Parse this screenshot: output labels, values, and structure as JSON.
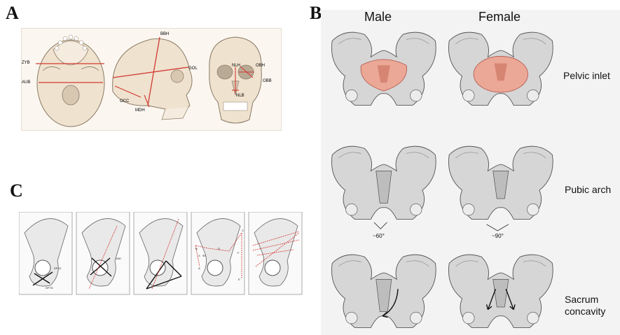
{
  "panels": {
    "a": {
      "letter": "A",
      "measurements": [
        "ZYB",
        "AUB",
        "BBH",
        "GOL",
        "OCC",
        "MDH",
        "NLH",
        "OBH",
        "NLB",
        "OBB"
      ]
    },
    "b": {
      "letter": "B",
      "columns": [
        "Male",
        "Female"
      ],
      "rows": [
        "Pelvic inlet",
        "Pubic arch",
        "Sacrum\nconcavity"
      ],
      "angles": [
        "~60°",
        "~90°"
      ]
    },
    "c": {
      "letter": "C",
      "labels": [
        "DFLD",
        "DFTD",
        "VAD",
        "D",
        "F",
        "E",
        "C",
        "B",
        "A",
        "X",
        "90"
      ]
    }
  },
  "colors": {
    "accent_red": "#d23a32",
    "inlet_fill": "#f0a08c",
    "bone": "#cfcfcf",
    "skull": "#efe2cf"
  }
}
